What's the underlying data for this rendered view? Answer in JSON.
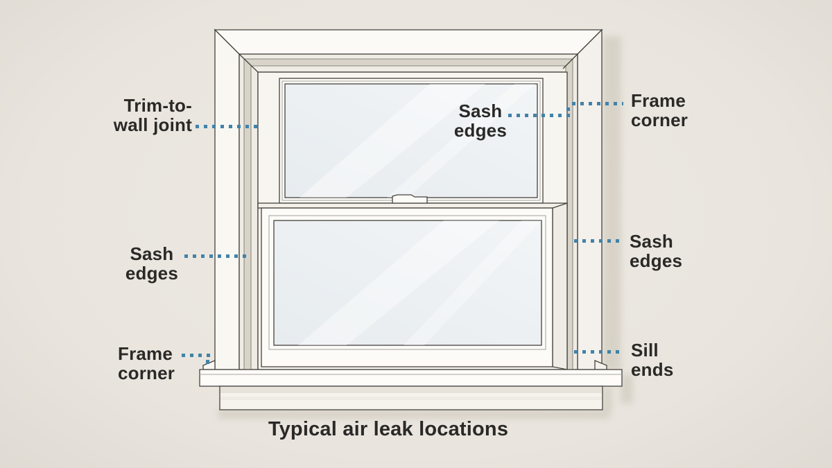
{
  "title": "Typical air leak locations",
  "colors": {
    "background": "#eeeae3",
    "background-edge": "#ddd8d0",
    "label-text": "#2a2927",
    "leader-dot": "#4182a9",
    "line-art": "#45423c",
    "window-white": "#fcfbf7",
    "glass": "#eaeef1"
  },
  "labels": [
    {
      "id": "trim-to-wall-joint",
      "text": "Trim-to-\nwall joint"
    },
    {
      "id": "sash-edges-top",
      "text": "Sash\nedges"
    },
    {
      "id": "frame-corner-top-right",
      "text": "Frame\ncorner"
    },
    {
      "id": "sash-edges-left",
      "text": "Sash\nedges"
    },
    {
      "id": "sash-edges-right",
      "text": "Sash\nedges"
    },
    {
      "id": "frame-corner-bottom-left",
      "text": "Frame\ncorner"
    },
    {
      "id": "sill-ends",
      "text": "Sill\nends"
    }
  ]
}
